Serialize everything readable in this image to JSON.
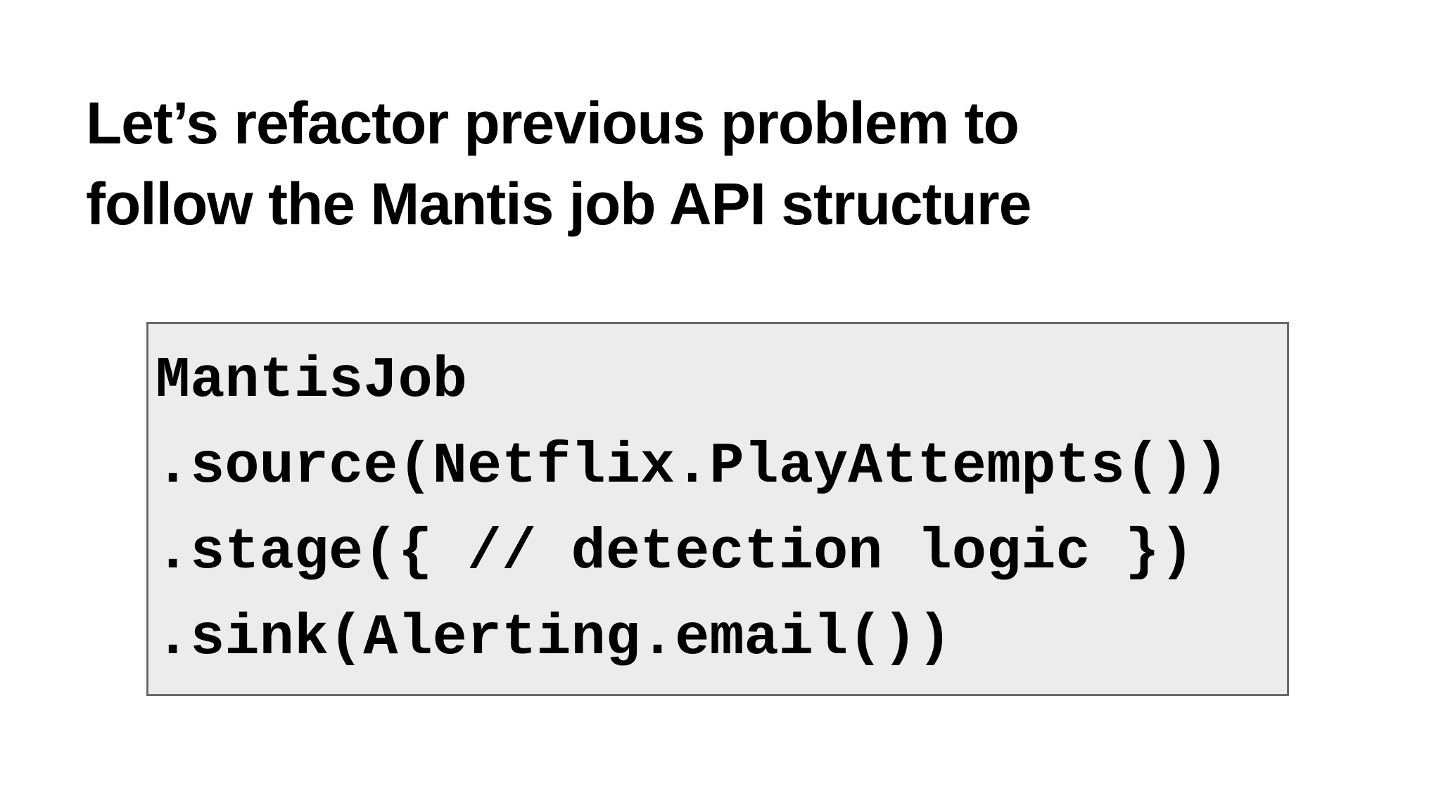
{
  "slide": {
    "title": {
      "line1": "Let’s refactor previous problem to",
      "line2": "follow the Mantis job API structure"
    },
    "code": {
      "lines": [
        "MantisJob",
        ".source(Netflix.PlayAttempts())",
        ".stage({ // detection logic })",
        ".sink(Alerting.email())"
      ]
    },
    "colors": {
      "background": "#ffffff",
      "code_box_bg": "#ececec",
      "code_box_border": "#6a6a6a",
      "text": "#000000"
    }
  }
}
